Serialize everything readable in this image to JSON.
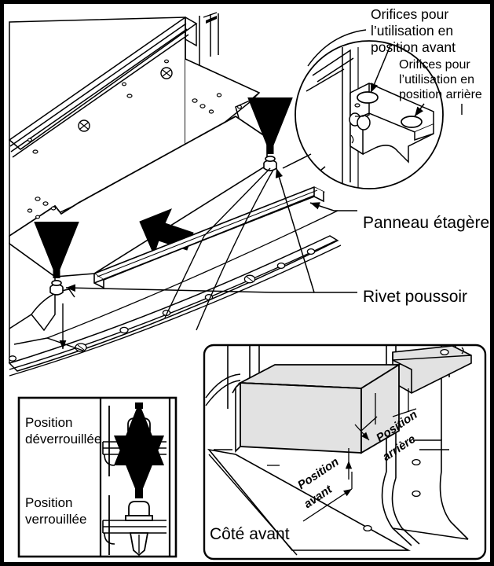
{
  "figure": {
    "type": "technical-assembly-diagram",
    "language": "fr",
    "title_text": ""
  },
  "callouts": {
    "holes_front": {
      "line1": "Orifices pour",
      "line2": "l’utilisation en",
      "line3": "position avant"
    },
    "holes_rear": {
      "line1": "Orifices pour",
      "line2": "l’utilisation en",
      "line3": "position arrière"
    },
    "shelf_panel": "Panneau étagère",
    "push_rivet": "Rivet poussoir"
  },
  "lock_box": {
    "unlocked": {
      "line1": "Position",
      "line2": "déverrouillée",
      "arrow": "up-arrow-icon"
    },
    "locked": {
      "line1": "Position",
      "line2": "verrouillée",
      "arrow": "down-arrow-icon"
    }
  },
  "inset": {
    "front_position": {
      "line1": "Position",
      "line2": "avant"
    },
    "rear_position": {
      "line1": "Position",
      "line2": "arrière"
    },
    "front_side": "Côté avant"
  },
  "colors": {
    "line": "#000000",
    "background": "#ffffff",
    "shelf_fill": "#e2e2e2",
    "panel_fill": "#ffffff"
  }
}
